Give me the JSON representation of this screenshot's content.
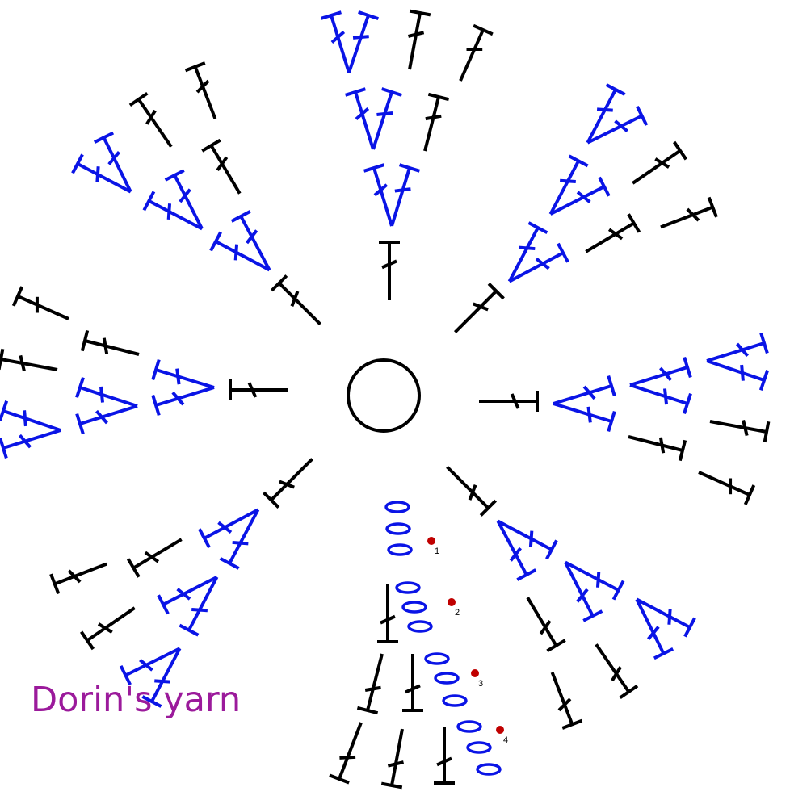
{
  "title": "Crochet chart",
  "watermark": "Dorin's yarn",
  "row_numbers": [
    "1",
    "2",
    "3",
    "4"
  ],
  "colors": {
    "stitch_black": "#000000",
    "stitch_blue": "#0a14e6",
    "marker_red": "#c00000",
    "watermark": "#9b1a9b"
  },
  "legend_symbols": {
    "center": "magic-ring",
    "black": "double-crochet",
    "blue_v": "double-crochet-v-stitch",
    "oval": "chain-stitch"
  }
}
